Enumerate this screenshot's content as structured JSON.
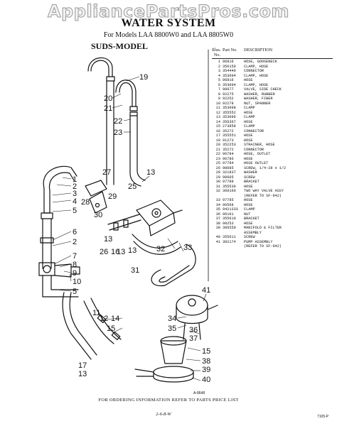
{
  "watermark": "AppliancePartsPros.com",
  "title": "WATER SYSTEM",
  "subtitle": "For Models LAA 8800W0 and LAA 8805W0",
  "model_label": "SUDS-MODEL",
  "parts_table": {
    "headers": {
      "no": "Illus. No.",
      "part": "Part No.",
      "desc": "DESCRIPTION"
    },
    "rows": [
      {
        "no": "1",
        "part": "96816",
        "desc": "HOSE, GOOSENECK"
      },
      {
        "no": "2",
        "part": "356150",
        "desc": "CLAMP, HOSE"
      },
      {
        "no": "3",
        "part": "354440",
        "desc": "CONNECTOR"
      },
      {
        "no": "4",
        "part": "353094",
        "desc": "CLAMP, HOSE"
      },
      {
        "no": "5",
        "part": "96816",
        "desc": "HOSE"
      },
      {
        "no": "6",
        "part": "353094",
        "desc": "CLAMP, HOSE"
      },
      {
        "no": "7",
        "part": "98677",
        "desc": "VALVE, SIDE CHECK"
      },
      {
        "no": "8",
        "part": "92275",
        "desc": "WASHER, RUBBER"
      },
      {
        "no": "9",
        "part": "92252",
        "desc": "WASHER, FIBER"
      },
      {
        "no": "10",
        "part": "92278",
        "desc": "NUT, SPANNER"
      },
      {
        "no": "11",
        "part": "353098",
        "desc": "CLAMP"
      },
      {
        "no": "12",
        "part": "355552",
        "desc": "HOSE"
      },
      {
        "no": "13",
        "part": "353096",
        "desc": "CLAMP"
      },
      {
        "no": "14",
        "part": "356367",
        "desc": "HOSE"
      },
      {
        "no": "15",
        "part": "273858",
        "desc": "CLAMP"
      },
      {
        "no": "16",
        "part": "35272",
        "desc": "CONNECTOR"
      },
      {
        "no": "17",
        "part": "355551",
        "desc": "HOSE"
      },
      {
        "no": "19",
        "part": "91273",
        "desc": "HOSE"
      },
      {
        "no": "20",
        "part": "352253",
        "desc": "STRAINER, HOSE"
      },
      {
        "no": "21",
        "part": "35272",
        "desc": "CONNECTOR"
      },
      {
        "no": "22",
        "part": "96784",
        "desc": "HOSE, OUTLET"
      },
      {
        "no": "23",
        "part": "96786",
        "desc": "HOSE"
      },
      {
        "no": "25",
        "part": "97784",
        "desc": "HOSE OUTLET"
      },
      {
        "no": "26",
        "part": "98085",
        "desc": "SCREW, 1/4-28 x 1/2"
      },
      {
        "no": "28",
        "part": "321837",
        "desc": "WASHER"
      },
      {
        "no": "29",
        "part": "98605",
        "desc": "SCREW"
      },
      {
        "no": "30",
        "part": "97788",
        "desc": "BRACKET"
      },
      {
        "no": "31",
        "part": "355530",
        "desc": "HOSE"
      },
      {
        "no": "32",
        "part": "360160",
        "desc": "TWO WAY VALVE ASSY"
      },
      {
        "no": "",
        "part": "",
        "desc": "(REFER TO SF-942)"
      },
      {
        "no": "33",
        "part": "97785",
        "desc": "HOSE"
      },
      {
        "no": "34",
        "part": "96568",
        "desc": "HOSE"
      },
      {
        "no": "35",
        "part": "9421333",
        "desc": "CLAMP"
      },
      {
        "no": "36",
        "part": "96101",
        "desc": "NUT"
      },
      {
        "no": "37",
        "part": "355610",
        "desc": "BRACKET"
      },
      {
        "no": "38",
        "part": "98253",
        "desc": "HOSE"
      },
      {
        "no": "39",
        "part": "386550",
        "desc": "MANIFOLD & FILTER"
      },
      {
        "no": "",
        "part": "",
        "desc": "ASSEMBLY"
      },
      {
        "no": "40",
        "part": "355611",
        "desc": "SCREW"
      },
      {
        "no": "41",
        "part": "382174",
        "desc": "PUMP ASSEMBLY"
      },
      {
        "no": "",
        "part": "",
        "desc": "(REFER TO SF-942)"
      }
    ]
  },
  "callouts": [
    {
      "key": "c19",
      "text": "19"
    },
    {
      "key": "c20",
      "text": "20"
    },
    {
      "key": "c21",
      "text": "21"
    },
    {
      "key": "c22",
      "text": "22"
    },
    {
      "key": "c23",
      "text": "23"
    },
    {
      "key": "c1",
      "text": "1"
    },
    {
      "key": "c2",
      "text": "2"
    },
    {
      "key": "c3",
      "text": "3"
    },
    {
      "key": "c4",
      "text": "4"
    },
    {
      "key": "c5",
      "text": "5"
    },
    {
      "key": "c27",
      "text": "27"
    },
    {
      "key": "c25",
      "text": "25"
    },
    {
      "key": "c28",
      "text": "28"
    },
    {
      "key": "c29",
      "text": "29"
    },
    {
      "key": "c30",
      "text": "30"
    },
    {
      "key": "c13a",
      "text": "13"
    },
    {
      "key": "c13b",
      "text": "13"
    },
    {
      "key": "c13c",
      "text": "13"
    },
    {
      "key": "c13d",
      "text": "13"
    },
    {
      "key": "c26",
      "text": "26"
    },
    {
      "key": "c16",
      "text": "16"
    },
    {
      "key": "c32",
      "text": "32"
    },
    {
      "key": "c33",
      "text": "33"
    },
    {
      "key": "c31",
      "text": "31"
    },
    {
      "key": "c6",
      "text": "6"
    },
    {
      "key": "c2b",
      "text": "2"
    },
    {
      "key": "c7",
      "text": "7"
    },
    {
      "key": "c8",
      "text": "8"
    },
    {
      "key": "c9",
      "text": "9"
    },
    {
      "key": "c10",
      "text": "10"
    },
    {
      "key": "c5b",
      "text": "5"
    },
    {
      "key": "c41",
      "text": "41"
    },
    {
      "key": "c34",
      "text": "34"
    },
    {
      "key": "c35",
      "text": "35"
    },
    {
      "key": "c36",
      "text": "36"
    },
    {
      "key": "c37",
      "text": "37"
    },
    {
      "key": "c11",
      "text": "11"
    },
    {
      "key": "c12",
      "text": "12"
    },
    {
      "key": "c14",
      "text": "14"
    },
    {
      "key": "c15",
      "text": "15"
    },
    {
      "key": "c15b",
      "text": "15"
    },
    {
      "key": "c38",
      "text": "38"
    },
    {
      "key": "c17",
      "text": "17"
    },
    {
      "key": "c13e",
      "text": "13"
    },
    {
      "key": "c39",
      "text": "39"
    },
    {
      "key": "c40",
      "text": "40"
    }
  ],
  "figure_code": "A-8648",
  "footer": "FOR ORDERING INFORMATION REFER TO PARTS PRICE LIST",
  "footer_code": "2-6-8-W",
  "page_code": "7105-P"
}
